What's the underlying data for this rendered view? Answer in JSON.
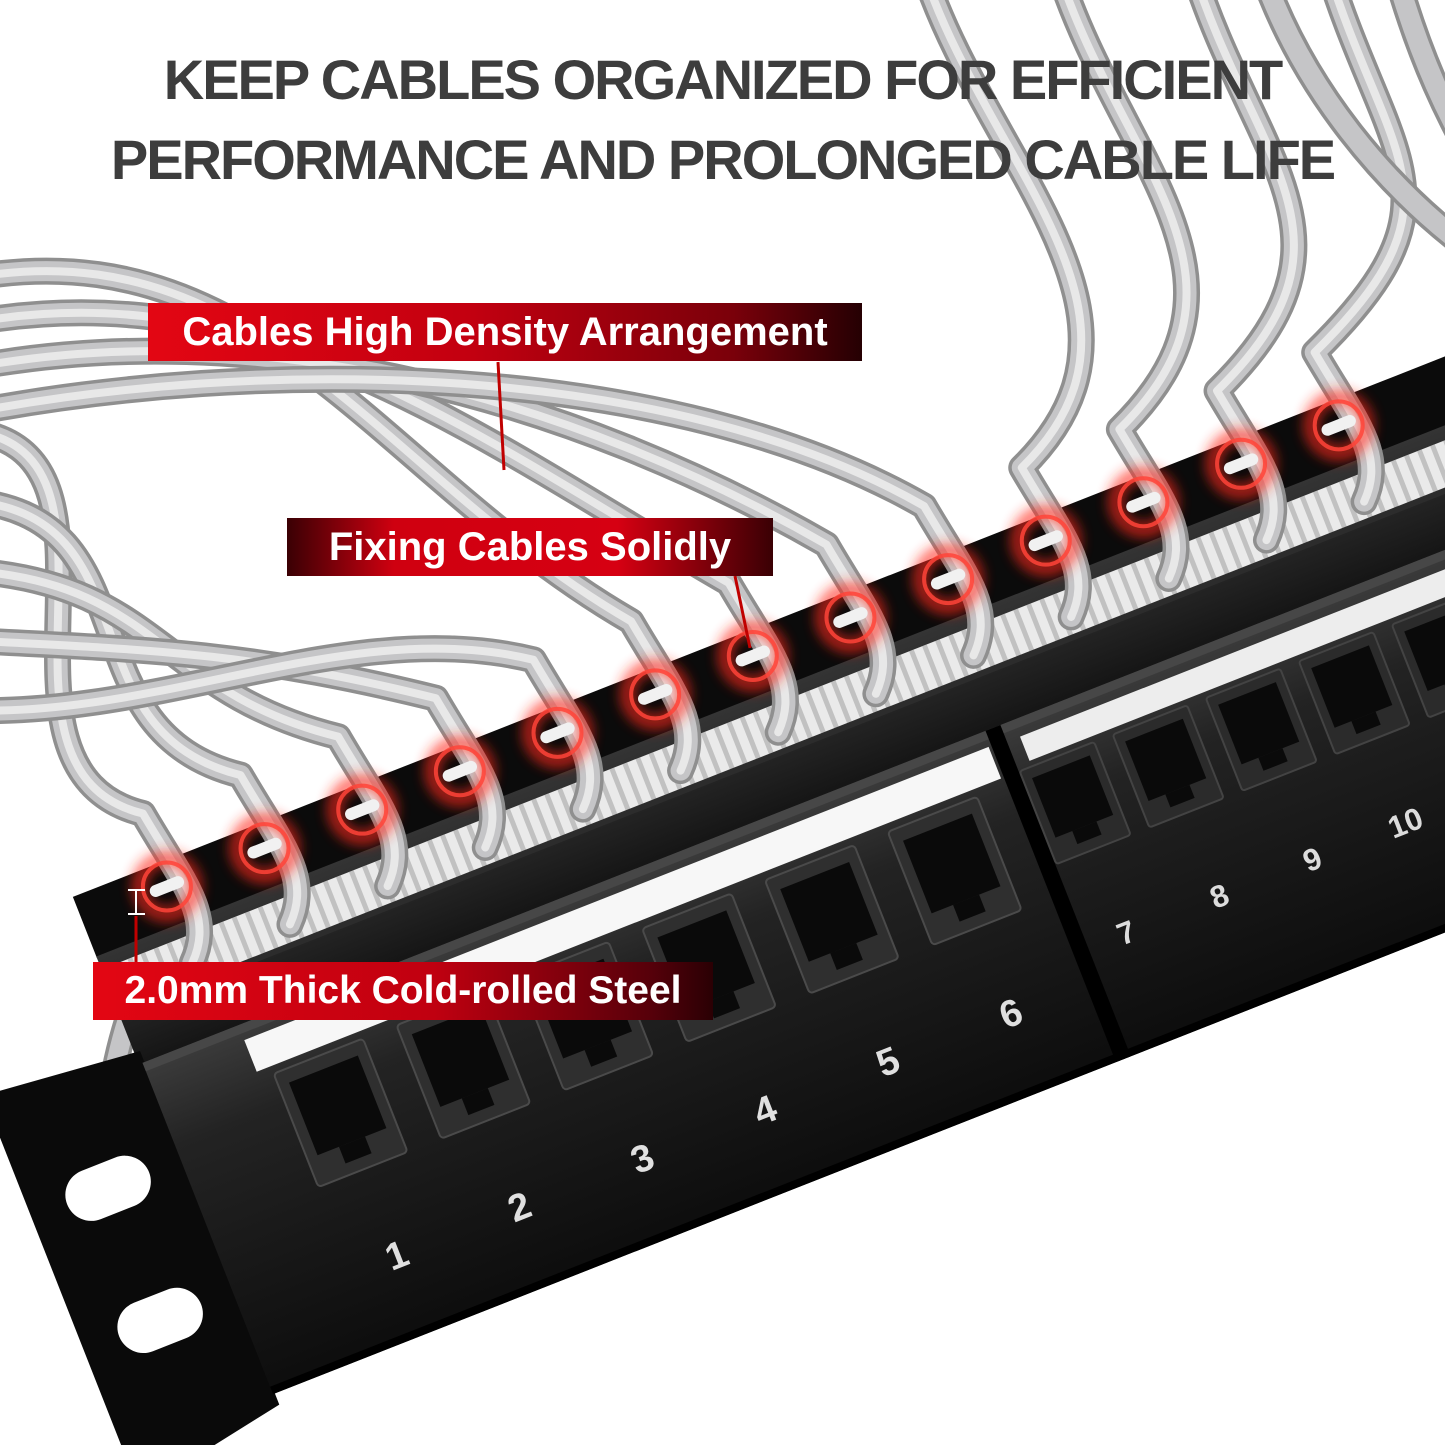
{
  "heading": {
    "line1": "KEEP CABLES ORGANIZED FOR EFFICIENT",
    "line2": "PERFORMANCE AND PROLONGED CABLE LIFE"
  },
  "callouts": {
    "high_density": {
      "label": "Cables High Density Arrangement"
    },
    "fixing": {
      "label": "Fixing Cables Solidly"
    },
    "steel": {
      "label": "2.0mm Thick Cold-rolled Steel"
    }
  },
  "panel": {
    "ports_left": [
      "1",
      "2",
      "3",
      "4",
      "5",
      "6"
    ],
    "ports_right": [
      "7",
      "8",
      "9",
      "10"
    ]
  },
  "colors": {
    "accent_red": "#c00000",
    "callout_red": "#d60012",
    "glow_red": "#ff2a1f",
    "heading_gray": "#3d3d3d",
    "cable_gray": "#c5c5c7",
    "panel_black": "#141414",
    "label_strip_white": "#f7f7f7"
  }
}
